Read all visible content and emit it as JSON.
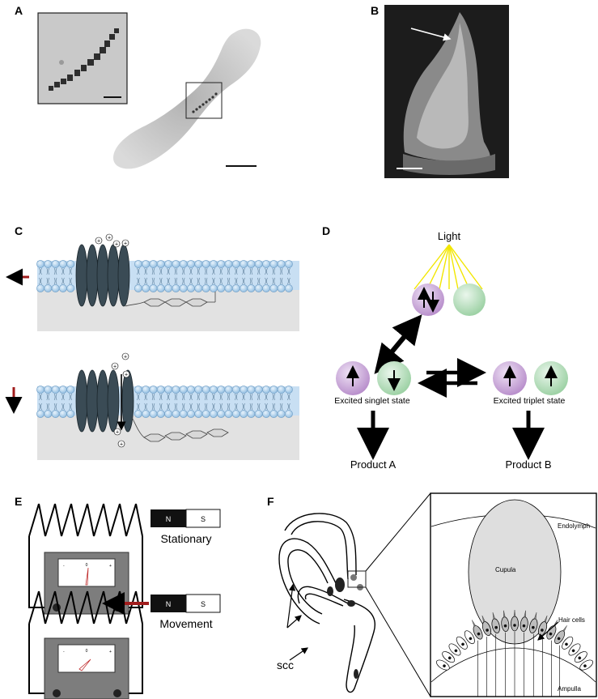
{
  "panels": {
    "a": {
      "label": "A"
    },
    "b": {
      "label": "B"
    },
    "c": {
      "label": "C",
      "ion_symbol": "+"
    },
    "d": {
      "label": "D",
      "light": "Light",
      "singlet": "Excited singlet state",
      "triplet": "Excited triplet state",
      "product_a": "Product A",
      "product_b": "Product B"
    },
    "e": {
      "label": "E",
      "magnet_n": "N",
      "magnet_s": "S",
      "stationary": "Stationary",
      "movement": "Movement",
      "meter_minus": "-",
      "meter_zero": "0",
      "meter_plus": "+"
    },
    "f": {
      "label": "F",
      "scc": "scc",
      "cupula": "Cupula",
      "endolymph": "Endolymph",
      "hair_cells": "Hair cells",
      "ampulla": "Ampulla"
    }
  },
  "colors": {
    "arrow_red": "#a01c1c",
    "light_ray": "#f2e600",
    "membrane_blue": "#bcd8f0",
    "bead_blue": "#9fc8ea",
    "protein": "#3a4b55",
    "spin_purple": "#c9a6d8",
    "spin_green": "#b3dcb8"
  }
}
